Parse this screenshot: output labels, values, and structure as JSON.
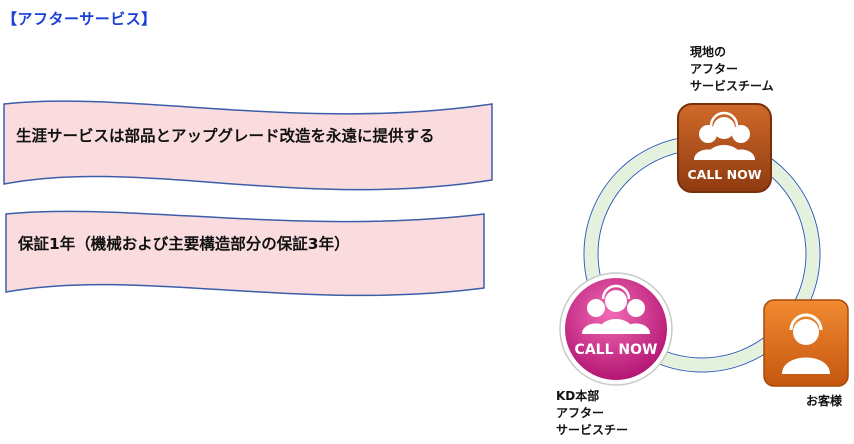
{
  "section": {
    "title": "【アフターサービス】"
  },
  "banners": [
    {
      "text": "生涯サービスは部品とアップグレード改造を永遠に提供する"
    },
    {
      "text": "保証1年（機械および主要構造部分の保証3年）"
    }
  ],
  "diagram": {
    "local_team": {
      "label": "現地の\nアフター\nサービスチーム",
      "badge_text": "CALL NOW",
      "color": "#b5531c"
    },
    "hq_team": {
      "label": "KD本部\nアフター\nサービスチー",
      "badge_text": "CALL NOW",
      "color": "#d0178a"
    },
    "customer": {
      "label": "お客様",
      "color": "#e0731a"
    },
    "ring_color": "#e3f1dd",
    "ring_border": "#2f5fb3"
  },
  "colors": {
    "title": "#1a3fd6",
    "banner_fill": "#fadcdf",
    "banner_border": "#3c5ea8"
  }
}
